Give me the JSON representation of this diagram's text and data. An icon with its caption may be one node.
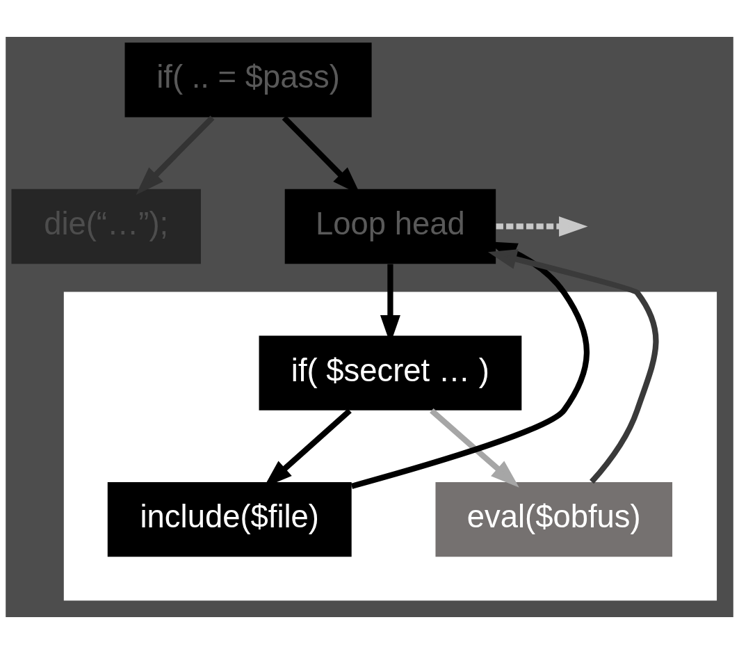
{
  "diagram": {
    "nodes": [
      {
        "text": [
          "if( .. = $pass)"
        ]
      },
      {
        "text": [
          "die(“…”);"
        ]
      },
      {
        "text": [
          "Loop head"
        ]
      },
      {
        "text": [],
        "shape": "box"
      },
      {
        "text": [
          "if( $secret … )"
        ],
        "in": 3
      },
      {
        "text": [
          "include($file)"
        ],
        "in": 3
      },
      {
        "text": [
          "eval($obfus)"
        ],
        "in": 3
      }
    ],
    "edges": [
      {
        "from": 0,
        "to": 1,
        "arrow": "to",
        "color": "#333333"
      },
      {
        "from": 0,
        "to": 2,
        "arrow": "to"
      },
      {
        "from": 2,
        "to": 4,
        "arrow": "to"
      },
      {
        "from": 2,
        "to": null,
        "arrow": "to",
        "style": "dashed",
        "color": "#c8c8c8"
      },
      {
        "from": 4,
        "to": 5,
        "arrow": "to"
      },
      {
        "from": 4,
        "to": 6,
        "arrow": "to",
        "color": "#a6a6a6"
      },
      {
        "from": 5,
        "to": 2,
        "arrow": "to"
      },
      {
        "from": 6,
        "to": 2,
        "arrow": "to",
        "color": "#3a3a3a"
      }
    ]
  }
}
